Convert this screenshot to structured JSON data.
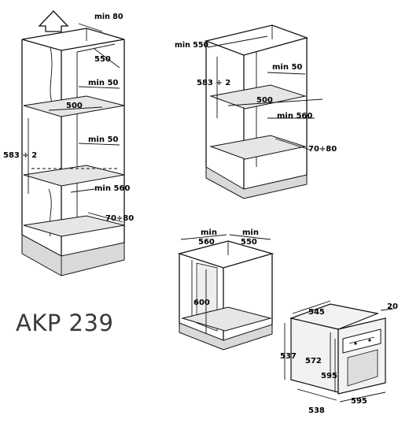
{
  "model": "AKP 239",
  "tall_cabinet": {
    "top_clearance": "min 80",
    "depth": "550",
    "upper_vent": "min 50",
    "upper_width": "500",
    "niche_height": "583 ÷ 2",
    "lower_vent": "min 50",
    "lower_depth": "min 560",
    "rear_gap": "70÷80"
  },
  "wall_cabinet": {
    "depth": "min 550",
    "niche_height": "583 ÷ 2",
    "vent": "min 50",
    "width": "500",
    "inner_depth": "min 560",
    "rear_gap": "70÷80"
  },
  "under_counter": {
    "width": "min\n560",
    "width_line1": "min",
    "width_line2": "560",
    "depth_line1": "min",
    "depth_line2": "550",
    "height": "600"
  },
  "oven": {
    "width_top": "545",
    "front_thickness": "20",
    "body_height": "537",
    "inner_height": "572",
    "front_height": "595",
    "front_width": "595",
    "depth": "538"
  }
}
